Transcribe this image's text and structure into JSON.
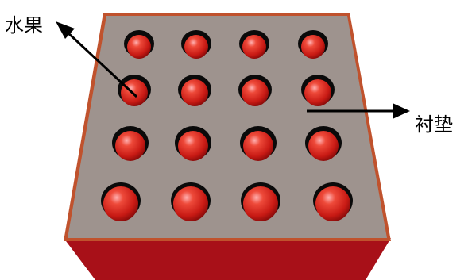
{
  "labels": {
    "fruit": "水果",
    "pad": "衬垫"
  },
  "grid": {
    "rows": 4,
    "cols": 4
  },
  "colors": {
    "pad_surface": "#9e938e",
    "pad_border": "#c0522d",
    "box_front": "#a81018",
    "box_side": "#8a0c12",
    "fruit_light": "#ff8a8a",
    "fruit_mid": "#e0281e",
    "fruit_dark": "#8c0a0a",
    "hole": "#0a0a0a",
    "arrow": "#000000"
  },
  "icons": {
    "fruit": "red-sphere-icon",
    "arrow": "arrow-icon"
  }
}
